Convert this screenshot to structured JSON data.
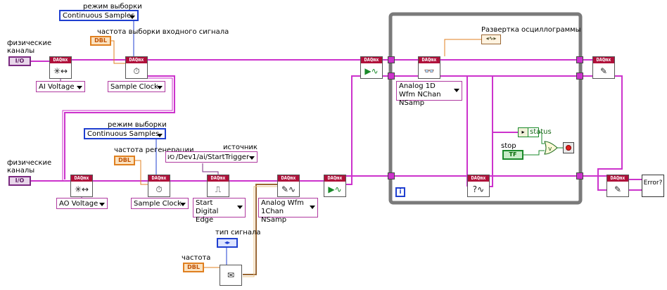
{
  "labels": {
    "phys_channels_1": "физические каналы",
    "phys_channels_2": "физические каналы",
    "sample_mode_1": "режим выборки",
    "sample_mode_2": "режим выборки",
    "input_rate": "частота выборки входного сигнала",
    "regen_rate": "частота регенерации",
    "source": "источник",
    "signal_type": "тип сигнала",
    "frequency": "частота",
    "sweep": "Развертка осциллограммы",
    "stop": "stop"
  },
  "controls": {
    "continuous_1": "Continuous Samples",
    "continuous_2": "Continuous Samples",
    "ai_voltage": "AI Voltage",
    "ao_voltage": "AO Voltage",
    "sample_clock_1": "Sample Clock",
    "sample_clock_2": "Sample Clock",
    "trigger_source": "/Dev1/ai/StartTrigger",
    "start_digital_edge": "Start Digital Edge",
    "analog_wfm_write": "Analog Wfm 1Chan NSamp",
    "analog_1d_read": "Analog 1D Wfm NChan NSamp",
    "status": "status"
  },
  "constants": {
    "io": "I/O",
    "dbl": "DBL",
    "tf": "TF",
    "enum": "◂▸",
    "loop_index": "i",
    "daqmx": "DAQmx",
    "error": "Error?"
  },
  "colors": {
    "wire_task": "#cc33cc",
    "wire_error": "#886600",
    "wire_numeric": "#e08020",
    "wire_enum": "#1f3fd0",
    "wire_bool": "#1a8a2a",
    "loop_frame": "#7a7a7a"
  }
}
